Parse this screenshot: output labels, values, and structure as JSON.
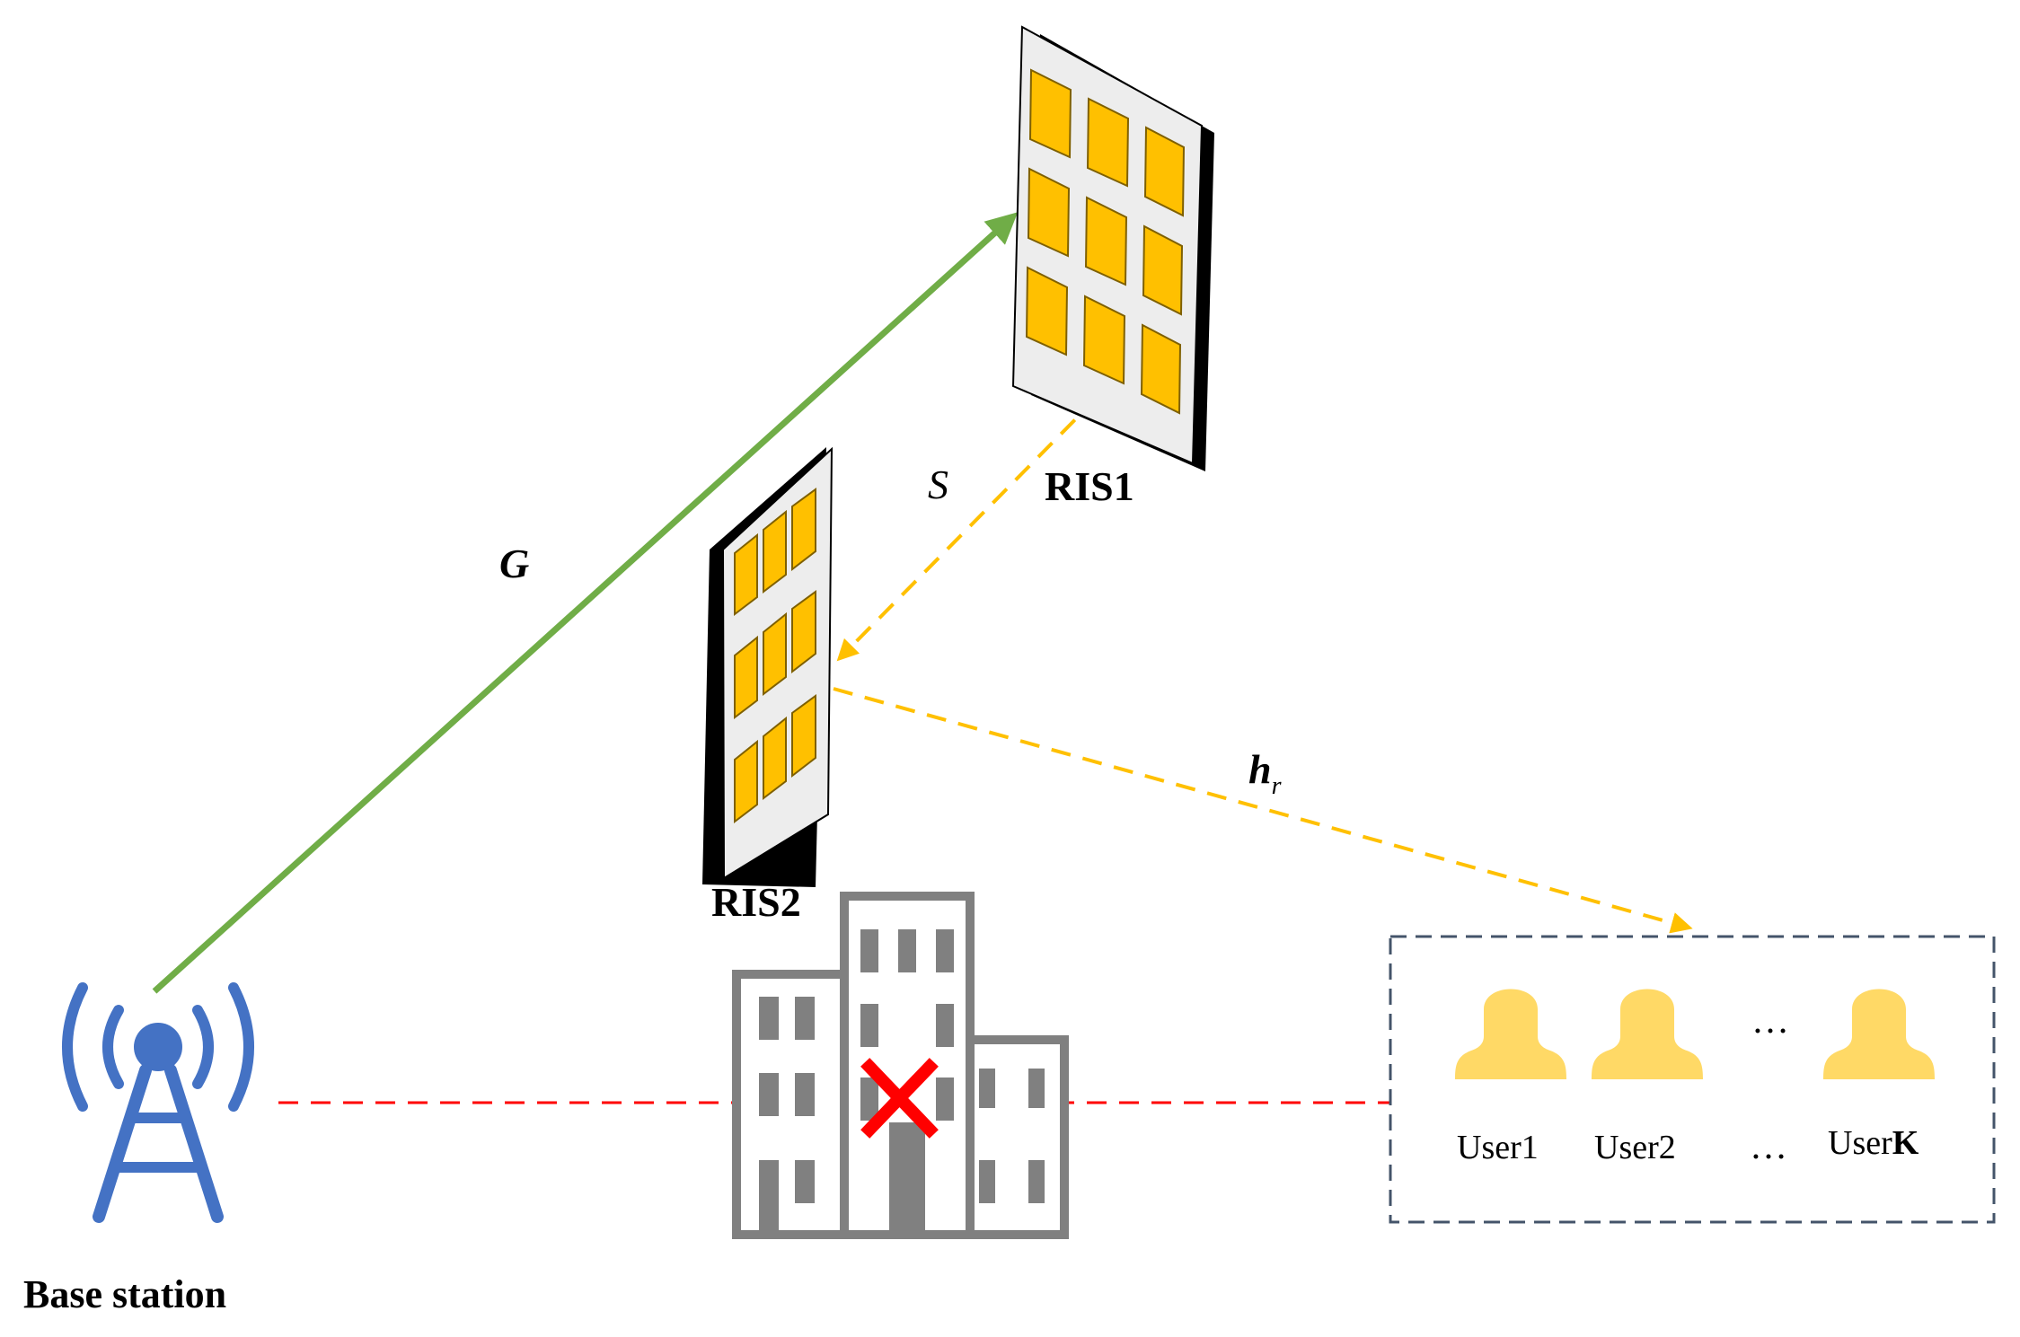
{
  "labels": {
    "base_station": "Base station",
    "ris1": "RIS1",
    "ris2": "RIS2",
    "link_g": "G",
    "link_s": "S",
    "link_hr_main": "h",
    "link_hr_sub": "r",
    "user1": "User1",
    "user2": "User2",
    "ellipsis_top": "…",
    "ellipsis_bottom": "…",
    "userk_prefix": "User",
    "userk_suffix": "K"
  },
  "colors": {
    "antenna": "#4472C4",
    "link_g": "#70AD47",
    "link_ris": "#FFC000",
    "blocked_link": "#FF0000",
    "ris_element": "#FFC000",
    "ris_frame": "#EDEDED",
    "building": "#808080",
    "user_icon": "#FFD966",
    "users_box_border": "#44546A"
  },
  "icons": {
    "base_station": "antenna-tower-icon",
    "building": "building-icon",
    "blocked": "red-x-icon",
    "user": "user-icon"
  }
}
